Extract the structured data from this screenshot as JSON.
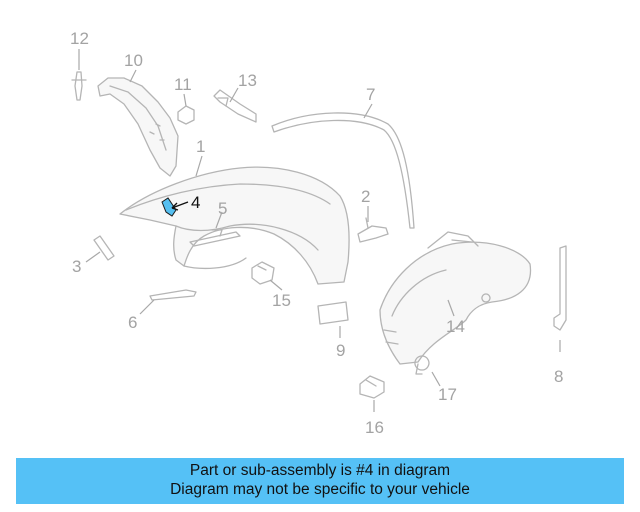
{
  "diagram": {
    "callouts": {
      "c1": "1",
      "c2": "2",
      "c3": "3",
      "c4": "4",
      "c5": "5",
      "c6": "6",
      "c7": "7",
      "c8": "8",
      "c9": "9",
      "c10": "10",
      "c11": "11",
      "c12": "12",
      "c13": "13",
      "c14": "14",
      "c15": "15",
      "c16": "16",
      "c17": "17"
    },
    "highlighted_part": "4",
    "colors": {
      "highlight": "#55bff0",
      "line": "#b5b5b5",
      "banner": "#55c1f6"
    }
  },
  "banner": {
    "line1": "Part or sub-assembly is #4 in diagram",
    "line2": "Diagram may not be specific to your vehicle"
  }
}
